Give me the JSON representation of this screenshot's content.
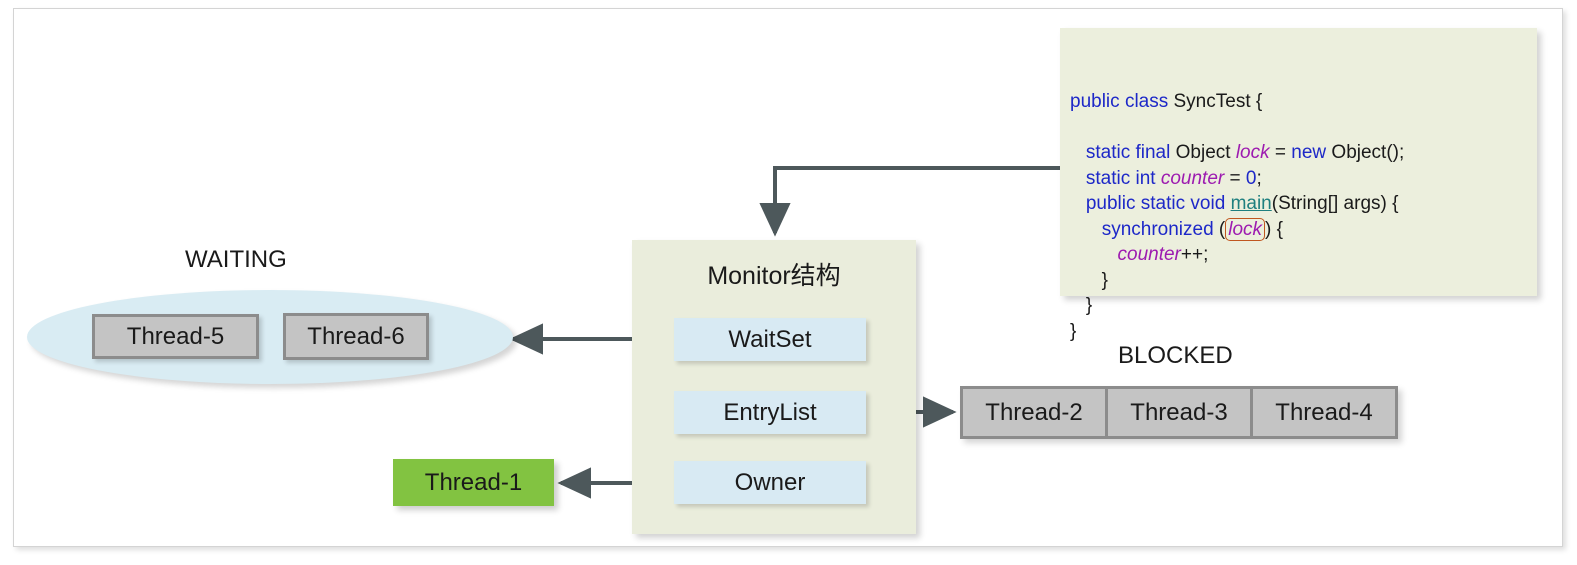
{
  "diagram": {
    "title": "Java Monitor structure and thread states",
    "colors": {
      "code_bg": "#ECEFDD",
      "monitor_bg": "#EAEDDC",
      "slot_bg": "#D8EAF3",
      "waiting_ellipse_bg": "#D9ECF3",
      "thread_gray_bg": "#C4C4C4",
      "thread_gray_border": "#8C8C8C",
      "owner_green_bg": "#82C341",
      "connector": "#4D585B",
      "keyword_blue": "#1D28C8",
      "variable_purple": "#9D1BB0",
      "method_teal": "#1E7F7F",
      "lock_highlight_border": "#C0561F"
    }
  },
  "code": {
    "lines": [
      {
        "id": "line-1",
        "tokens": [
          {
            "t": "public",
            "c": "kw"
          },
          {
            "t": " ",
            "c": ""
          },
          {
            "t": "class",
            "c": "kw"
          },
          {
            "t": " SyncTest {",
            "c": ""
          }
        ]
      },
      {
        "id": "line-2",
        "tokens": [
          {
            "t": "",
            "c": ""
          }
        ]
      },
      {
        "id": "line-3",
        "tokens": [
          {
            "t": "   ",
            "c": ""
          },
          {
            "t": "static",
            "c": "kw"
          },
          {
            "t": " ",
            "c": ""
          },
          {
            "t": "final",
            "c": "kw"
          },
          {
            "t": " Object ",
            "c": ""
          },
          {
            "t": "lock",
            "c": "var"
          },
          {
            "t": " = ",
            "c": ""
          },
          {
            "t": "new",
            "c": "kw"
          },
          {
            "t": " Object();",
            "c": ""
          }
        ]
      },
      {
        "id": "line-4",
        "tokens": [
          {
            "t": "   ",
            "c": ""
          },
          {
            "t": "static",
            "c": "kw"
          },
          {
            "t": " ",
            "c": ""
          },
          {
            "t": "int",
            "c": "kw"
          },
          {
            "t": " ",
            "c": ""
          },
          {
            "t": "counter",
            "c": "var"
          },
          {
            "t": " = ",
            "c": ""
          },
          {
            "t": "0",
            "c": "num"
          },
          {
            "t": ";",
            "c": ""
          }
        ]
      },
      {
        "id": "line-5",
        "tokens": [
          {
            "t": "   ",
            "c": ""
          },
          {
            "t": "public",
            "c": "kw"
          },
          {
            "t": " ",
            "c": ""
          },
          {
            "t": "static",
            "c": "kw"
          },
          {
            "t": " ",
            "c": ""
          },
          {
            "t": "void",
            "c": "kw"
          },
          {
            "t": " ",
            "c": ""
          },
          {
            "t": "main",
            "c": "fn"
          },
          {
            "t": "(String[] args) {",
            "c": ""
          }
        ]
      },
      {
        "id": "line-6",
        "tokens": [
          {
            "t": "      ",
            "c": ""
          },
          {
            "t": "synchronized",
            "c": "kw"
          },
          {
            "t": " (",
            "c": ""
          },
          {
            "t": "lock",
            "c": "lock-hl"
          },
          {
            "t": ") {",
            "c": ""
          }
        ]
      },
      {
        "id": "line-7",
        "tokens": [
          {
            "t": "         ",
            "c": ""
          },
          {
            "t": "counter",
            "c": "var"
          },
          {
            "t": "++;",
            "c": ""
          }
        ]
      },
      {
        "id": "line-8",
        "tokens": [
          {
            "t": "      }",
            "c": ""
          }
        ]
      },
      {
        "id": "line-9",
        "tokens": [
          {
            "t": "   }",
            "c": ""
          }
        ]
      },
      {
        "id": "line-10",
        "tokens": [
          {
            "t": "}",
            "c": ""
          }
        ]
      }
    ]
  },
  "monitor": {
    "title": "Monitor结构",
    "slots": [
      {
        "id": "waitset",
        "label": "WaitSet"
      },
      {
        "id": "entrylist",
        "label": "EntryList"
      },
      {
        "id": "owner",
        "label": "Owner"
      }
    ]
  },
  "waiting": {
    "label": "WAITING",
    "threads": [
      {
        "id": "thread-5",
        "label": "Thread-5"
      },
      {
        "id": "thread-6",
        "label": "Thread-6"
      }
    ]
  },
  "blocked": {
    "label": "BLOCKED",
    "threads": [
      {
        "id": "thread-2",
        "label": "Thread-2"
      },
      {
        "id": "thread-3",
        "label": "Thread-3"
      },
      {
        "id": "thread-4",
        "label": "Thread-4"
      }
    ]
  },
  "owner_thread": {
    "label": "Thread-1"
  },
  "connectors": [
    {
      "id": "code-to-monitor",
      "from": "code-block",
      "to": "monitor-box",
      "style": "elbow-arrow"
    },
    {
      "id": "waitset-to-waiting",
      "from": "waitset-slot",
      "to": "waiting-ellipse",
      "style": "arrow-left"
    },
    {
      "id": "entrylist-to-blocked",
      "from": "entrylist-slot",
      "to": "blocked-row",
      "style": "arrow-right"
    },
    {
      "id": "owner-to-thread1",
      "from": "owner-slot",
      "to": "thread-1",
      "style": "arrow-left"
    }
  ]
}
